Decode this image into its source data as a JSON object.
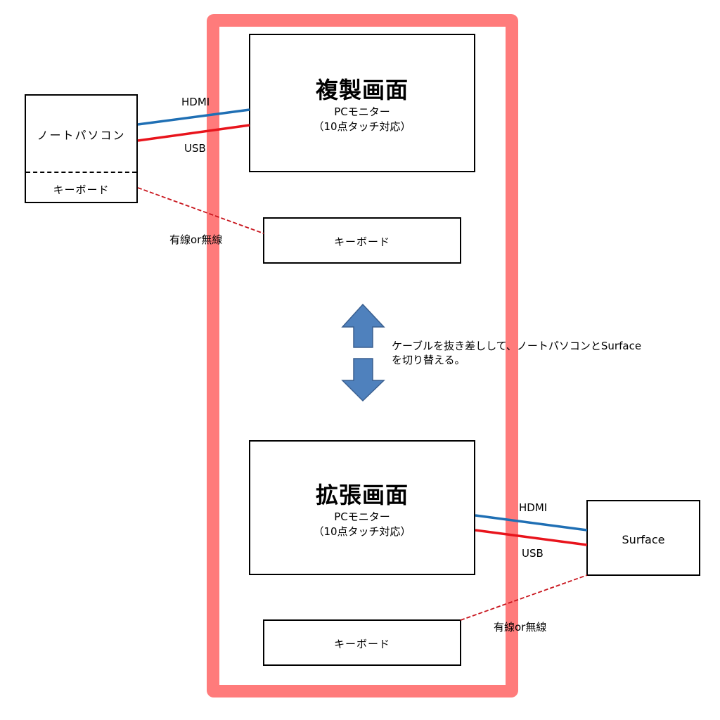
{
  "colors": {
    "frame": "#ff7b7b",
    "hdmi_cable": "#1f6fb4",
    "usb_cable": "#e8141c",
    "keyboard_link": "#c8141c",
    "arrow_fill": "#4f81bd",
    "arrow_stroke": "#3a5f8f"
  },
  "laptop": {
    "label": "ノートパソコン",
    "keyboard_label": "キーボード"
  },
  "monitor_top": {
    "title": "複製画面",
    "subtitle": "PCモニター",
    "note": "（10点タッチ対応）"
  },
  "keyboard_top": {
    "label": "キーボード"
  },
  "monitor_bottom": {
    "title": "拡張画面",
    "subtitle": "PCモニター",
    "note": "（10点タッチ対応）"
  },
  "keyboard_bottom": {
    "label": "キーボード"
  },
  "surface": {
    "label": "Surface"
  },
  "connections": {
    "laptop_hdmi": "HDMI",
    "laptop_usb": "USB",
    "laptop_keyboard": "有線or無線",
    "surface_hdmi": "HDMI",
    "surface_usb": "USB",
    "surface_keyboard": "有線or無線"
  },
  "switch_note": {
    "line1": "ケーブルを抜き差しして、ノートパソコンとSurface",
    "line2": "を切り替える。"
  },
  "icons": {
    "up": "arrow-up-icon",
    "down": "arrow-down-icon"
  }
}
